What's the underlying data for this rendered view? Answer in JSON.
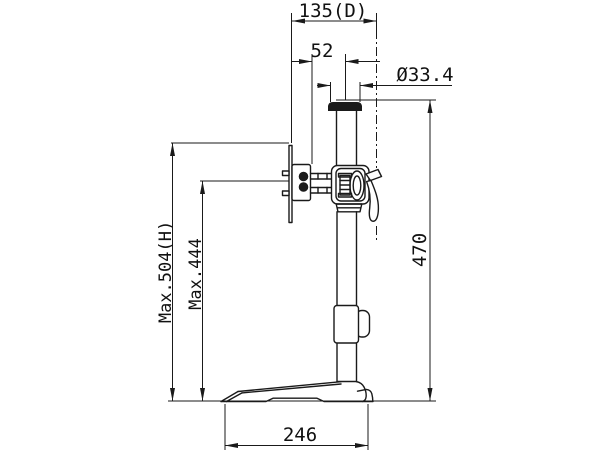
{
  "diagram": {
    "type": "technical-drawing",
    "colors": {
      "line": "#1a1a1a",
      "background": "#ffffff"
    },
    "labels": {
      "depth_total": "135(D)",
      "plate_to_pole_center": "52",
      "pole_diameter": "Ø33.4",
      "pole_height": "470",
      "max_height": "Max.504(H)",
      "max_bracket_height": "Max.444",
      "base_depth": "246"
    }
  }
}
